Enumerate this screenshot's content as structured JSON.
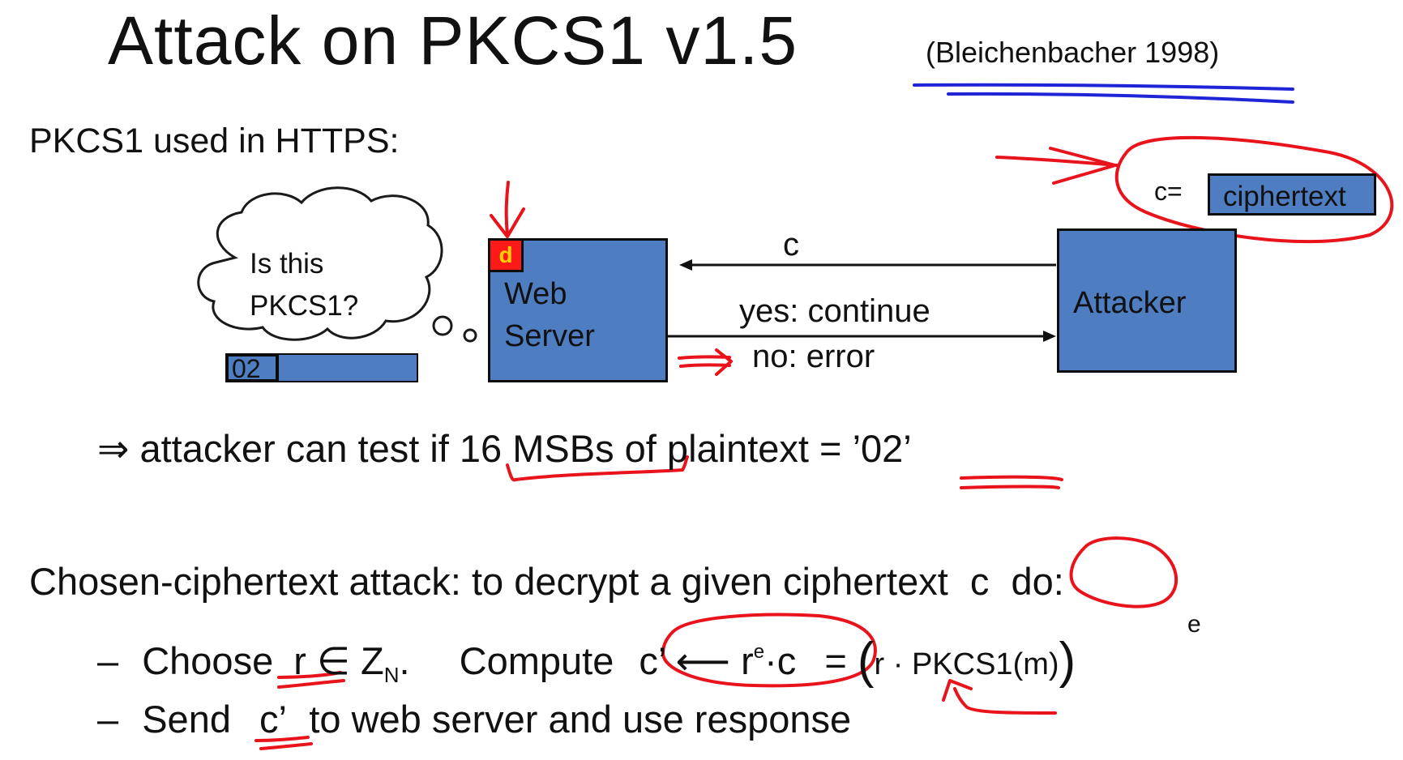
{
  "title": "Attack on PKCS1 v1.5",
  "citation": "(Bleichenbacher 1998)",
  "subheading": "PKCS1 used in HTTPS:",
  "cloud": {
    "line1": "Is this",
    "line2": "PKCS1?"
  },
  "padding_block": {
    "prefix": "02"
  },
  "server": {
    "key_label": "d",
    "label_line1": "Web",
    "label_line2": "Server"
  },
  "attacker": {
    "label": "Attacker"
  },
  "ciphertext_box": {
    "prefix": "c=",
    "label": "ciphertext"
  },
  "arrows": {
    "request_label": "c",
    "yes_label": "yes: continue",
    "no_label": "no: error"
  },
  "consequence": {
    "symbol": "⇒",
    "prefix": "attacker can test if",
    "msb": "16 MSBs",
    "middle": "of plaintext =",
    "value": "’02’"
  },
  "cca": {
    "prefix": "Chosen-ciphertext attack:  to decrypt a given ciphertext",
    "c": "c",
    "suffix": "do:"
  },
  "step1": {
    "bullet": "–",
    "choose": "Choose",
    "r": "r",
    "in": "∈",
    "Z": "Z",
    "N": "N",
    "dot": ".",
    "compute": "Compute",
    "c_prime": "c’",
    "arrow": "⟵",
    "r2": "r",
    "e_exp": "e",
    "times_c": "·c",
    "equals": "=",
    "lparen": "(",
    "inner": "r · PKCS1(m)",
    "rparen": ")",
    "outer_exp": "e"
  },
  "step2": {
    "bullet": "–",
    "send": "Send",
    "c_prime": "c’",
    "rest": "to web server and use response"
  },
  "colors": {
    "box_fill": "#4f7dc2",
    "ink_red": "#e8131b",
    "ink_blue": "#1f25d6",
    "key_fill": "#ff1a1a",
    "key_text": "#ffd200"
  }
}
